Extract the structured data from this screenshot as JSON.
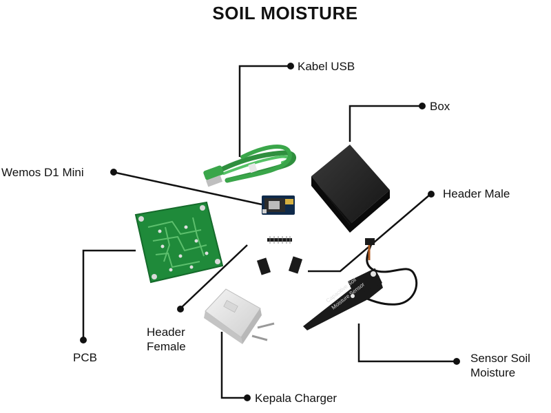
{
  "title": "SOIL MOISTURE",
  "components": {
    "kabel_usb": "Kabel USB",
    "box": "Box",
    "wemos": "Wemos D1 Mini",
    "header_male": "Header Male",
    "pcb": "PCB",
    "header_female_line1": "Header",
    "header_female_line2": "Female",
    "sensor_line1": "Sensor Soil",
    "sensor_line2": "Moisture",
    "kepala_charger": "Kepala Charger",
    "sensor_print_1": "Capacitive Soil",
    "sensor_print_2": "Moisture Sensor"
  },
  "colors": {
    "pcb_green": "#1f8a3a",
    "cable_green": "#3aa64a",
    "box_black": "#1c1c1c",
    "leader_line": "#111111"
  }
}
